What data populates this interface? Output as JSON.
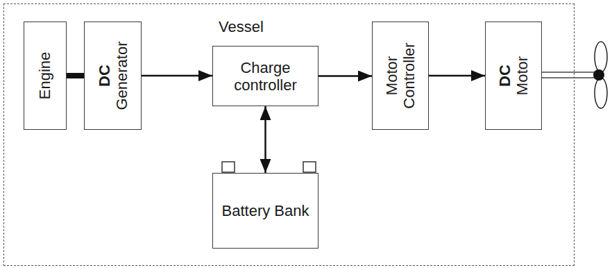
{
  "diagram": {
    "nodes": [
      {
        "text": [
          "Vessel"
        ]
      },
      {
        "text": [
          "Engine"
        ],
        "in": 0
      },
      {
        "text": [
          "DC",
          "Generator"
        ],
        "in": 0
      },
      {
        "text": [
          "Charge controller"
        ],
        "in": 0
      },
      {
        "text": [
          "Motor Controller"
        ],
        "in": 0
      },
      {
        "text": [
          "DC",
          "Motor"
        ],
        "in": 0
      },
      {
        "text": [
          "Battery Bank"
        ],
        "in": 0
      }
    ],
    "edges": [
      {
        "from": 1,
        "to": 2,
        "arrow": "none"
      },
      {
        "from": 2,
        "to": 3,
        "arrow": "to"
      },
      {
        "from": 3,
        "to": 4,
        "arrow": "to"
      },
      {
        "from": 4,
        "to": 5,
        "arrow": "to"
      },
      {
        "from": 3,
        "to": 6,
        "arrow": "both"
      }
    ]
  }
}
